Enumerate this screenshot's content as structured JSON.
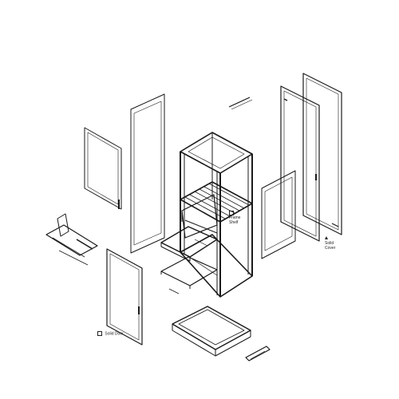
{
  "title": "",
  "labels": {
    "frame_shelf": {
      "marker_icon": "square-marker-icon",
      "line1": "Frame",
      "line2": "Shelf"
    },
    "solid_cover": {
      "marker_icon": "triangle-marker-icon",
      "line1": "Solid",
      "line2": "Cover"
    },
    "solid_door": {
      "marker_icon": "square-marker-icon",
      "text": "Solid Door"
    }
  },
  "colors": {
    "line": "#1a1a1a",
    "glass": "#cfd8dc"
  }
}
